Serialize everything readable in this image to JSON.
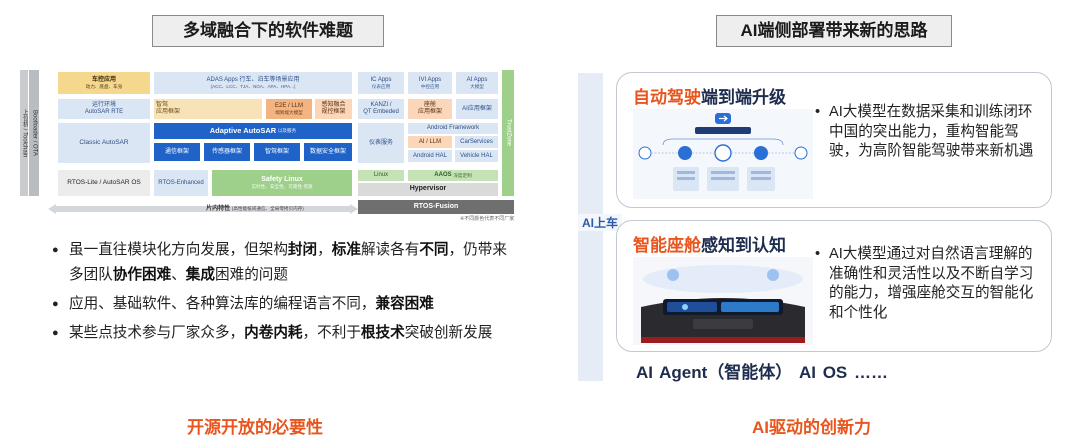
{
  "left": {
    "title": "多域融合下的软件难题",
    "bullets": [
      [
        "虽一直往模块化方向发展，但架构",
        "封闭",
        "，",
        "标准",
        "解读各有",
        "不同",
        "，仍带来多团队",
        "协作困难",
        "、",
        "集成",
        "困难的问题"
      ],
      [
        "应用、基础软件、各种算法库的编程语言不同，",
        "兼容困难",
        ""
      ],
      [
        "某些点技术参与厂家众多，",
        "内卷内耗",
        "，不利于",
        "根技术",
        "突破创新发展"
      ]
    ],
    "bottom": "开源开放的必要性"
  },
  "arch": {
    "side_left": "上位机 / Toolchain",
    "side_left2": "Bootloader / OTA",
    "side_right": "TrustZone",
    "vehicle_app": "车控应用",
    "vehicle_app_sub": "动力、底盘、车身",
    "adas_apps": "ADAS Apps 行车、泊车等场景应用",
    "adas_apps_sub": "(ACC、LCC、TJA、NOA、APA、HPA...)",
    "ic_apps": "IC Apps",
    "ic_apps_sub": "仪表应用",
    "ivi_apps": "IVI Apps",
    "ivi_apps_sub": "中控应用",
    "ai_apps": "AI Apps",
    "ai_apps_sub": "大模型",
    "runtime": "运行环境",
    "runtime_sub": "AutoSAR RTE",
    "smart_drive": "智驾",
    "smart_drive_sub": "应用框架",
    "e2e": "E2E / LLM",
    "e2e_sub": "端到端大模型",
    "perception": "感知融合",
    "perception_sub": "规控框架",
    "kanzi": "KANZI /",
    "kanzi_sub": "QT Embeded",
    "cockpit": "座舱",
    "cockpit_sub": "应用框架",
    "ai_framework": "AI应用框架",
    "classic": "Classic AutoSAR",
    "adaptive": "Adaptive AutoSAR",
    "adaptive_sub": "以及服务",
    "comm": "通信框架",
    "sensor": "传感器框架",
    "drive_fw": "智驾框架",
    "data_sec": "数据安全框架",
    "dash_service": "仪表服务",
    "android_fw": "Android Framework",
    "ai_llm": "AI / LLM",
    "carservices": "CarServices",
    "android_hal": "Android HAL",
    "vehicle_hal": "Vehicle HAL",
    "rtos_lite": "RTOS-Lite / AutoSAR OS",
    "rtos_enh": "RTOS-Enhanced",
    "safety_linux": "Safety Linux",
    "safety_linux_sub": "实时性、安全性、可靠性 措施",
    "linux": "Linux",
    "aaos": "AAOS",
    "aaos_sub": "深度定制",
    "hypervisor": "Hypervisor",
    "rtos_fusion": "RTOS-Fusion",
    "internal": "片内特性",
    "internal_sub": "(高性能核间通信、全局零拷贝内存)",
    "note": "※不同颜色代表不同厂家"
  },
  "right": {
    "title": "AI端侧部署带来新的思路",
    "ai_label": "AI上车",
    "card1": {
      "title_a": "自动驾驶",
      "title_b": "端到端升级",
      "text": "AI大模型在数据采集和训练闭环中国的突出能力，重构智能驾驶，为高阶智能驾驶带来新机遇"
    },
    "card2": {
      "title_a": "智能座舱",
      "title_b": "感知到认知",
      "text": "AI大模型通过对自然语言理解的准确性和灵活性以及不断自学习的能力，增强座舱交互的智能化和个性化"
    },
    "agents": "AI Agent（智能体） AI OS ……",
    "bottom": "AI驱动的创新力"
  },
  "colors": {
    "accent_orange": "#e8561e",
    "navy": "#1e2d4f",
    "adaptive_blue": "#1f63c8"
  }
}
